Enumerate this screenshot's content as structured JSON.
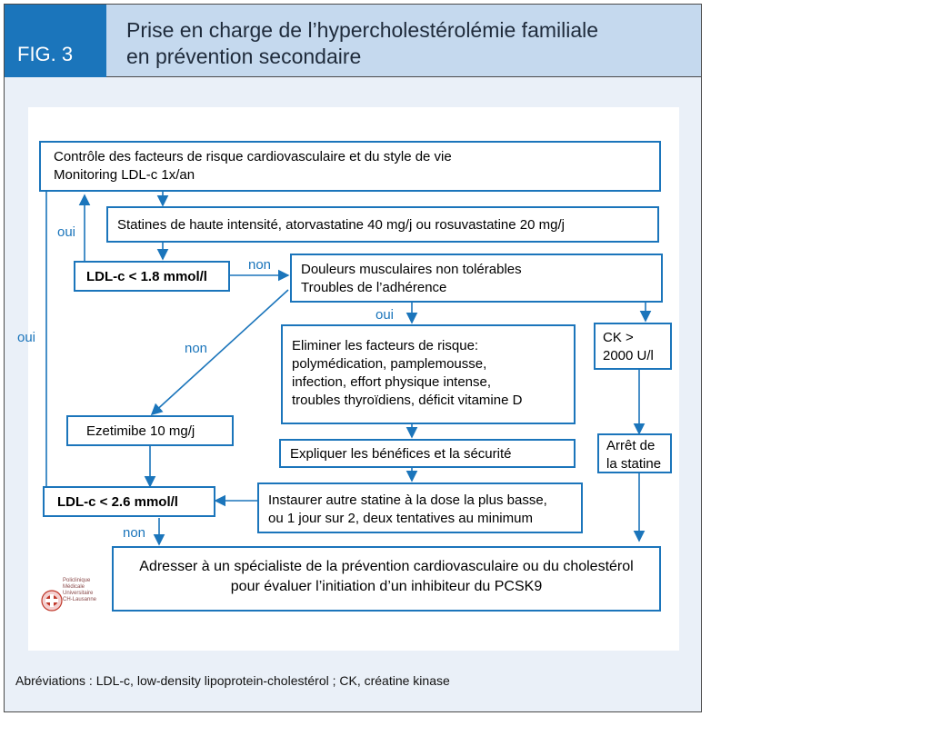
{
  "figure": {
    "label": "FIG. 3",
    "title_line1": "Prise en charge de l’hypercholestérolémie familiale",
    "title_line2": "en prévention secondaire"
  },
  "boxes": {
    "control_line1": "Contrôle des facteurs de risque cardiovasculaire et du style de vie",
    "control_line2": "Monitoring LDL-c 1x/an",
    "statins": "Statines de haute intensité, atorvastatine 40 mg/j ou rosuvastatine 20 mg/j",
    "ldl18": "LDL-c < 1.8 mmol/l",
    "pain_line1": "Douleurs musculaires non tolérables",
    "pain_line2": "Troubles de l’adhérence",
    "ck_line1": "CK >",
    "ck_line2": "2000 U/l",
    "eliminate_line1": "Eliminer les facteurs de risque:",
    "eliminate_line2": "polymédication, pamplemousse,",
    "eliminate_line3": "infection, effort physique intense,",
    "eliminate_line4": "troubles thyroïdiens, déficit vitamine D",
    "ezetimibe": "Ezetimibe 10 mg/j",
    "explain": "Expliquer les bénéfices et la sécurité",
    "arret_line1": "Arrêt de",
    "arret_line2": "la statine",
    "ldl26": "LDL-c < 2.6 mmol/l",
    "other_statin_line1": "Instaurer autre statine à la dose la plus basse,",
    "other_statin_line2": "ou 1 jour sur 2, deux tentatives au minimum",
    "refer_line1": "Adresser à un spécialiste de la prévention cardiovasculaire ou du cholestérol",
    "refer_line2": "pour évaluer l’initiation d’un inhibiteur du PCSK9"
  },
  "labels": {
    "oui_a": "oui",
    "oui_b": "oui",
    "oui_c": "oui",
    "non_a": "non",
    "non_b": "non",
    "non_c": "non"
  },
  "logo": {
    "line1": "Policlinique",
    "line2": "Médicale",
    "line3": "Universitaire",
    "line4": "CH-Lausanne"
  },
  "footnote": "Abréviations : LDL-c, low-density lipoprotein-cholestérol ; CK, créatine kinase",
  "colors": {
    "accent": "#1b75bb",
    "header_bg": "#c5d9ee",
    "frame_bg": "#eaf0f8"
  }
}
